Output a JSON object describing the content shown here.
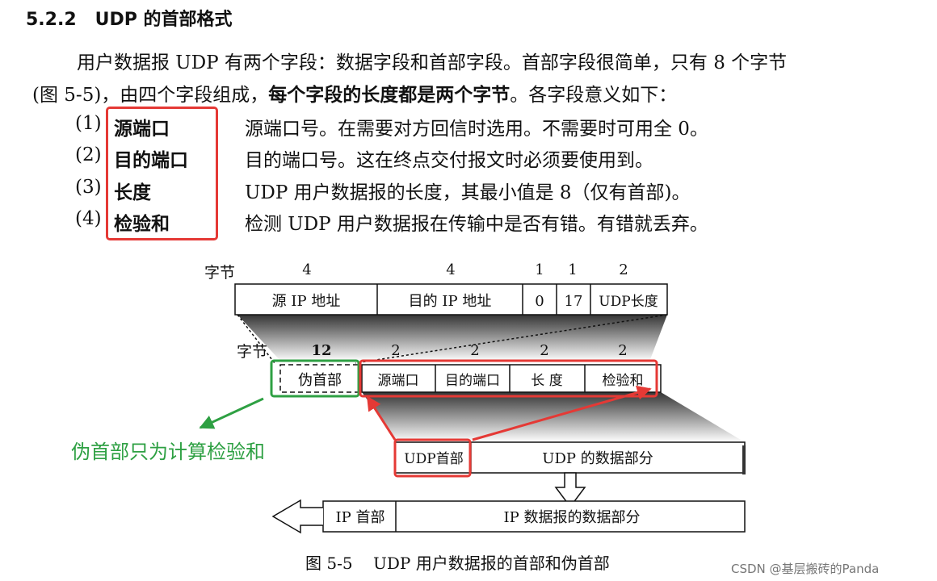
{
  "section": {
    "number": "5.2.2",
    "title": "UDP 的首部格式"
  },
  "intro": {
    "line1": "用户数据报 UDP 有两个字段：数据字段和首部字段。首部字段很简单，只有 8 个字节",
    "line2_pre": "(图 5-5)，由四个字段组成，",
    "line2_bold": "每个字段的长度都是两个字节",
    "line2_post": "。各字段意义如下："
  },
  "fields": [
    {
      "num": "(1)",
      "name": "源端口",
      "desc": "源端口号。在需要对方回信时选用。不需要时可用全 0。"
    },
    {
      "num": "(2)",
      "name": "目的端口",
      "desc": "目的端口号。这在终点交付报文时必须要使用到。"
    },
    {
      "num": "(3)",
      "name": "长度",
      "desc": "UDP 用户数据报的长度，其最小值是 8（仅有首部)。"
    },
    {
      "num": "(4)",
      "name": "检验和",
      "desc": "检测 UDP 用户数据报在传输中是否有错。有错就丢弃。"
    }
  ],
  "figure": {
    "bytes_label": "字节",
    "pseudo_sizes": [
      "4",
      "4",
      "1",
      "1",
      "2"
    ],
    "pseudo_fields": [
      "源 IP 地址",
      "目的 IP 地址",
      "0",
      "17",
      "UDP长度"
    ],
    "header_sizes": [
      "12",
      "2",
      "2",
      "2",
      "2"
    ],
    "header_fields": [
      "伪首部",
      "源端口",
      "目的端口",
      "长 度",
      "检验和"
    ],
    "udp_header": "UDP首部",
    "udp_data": "UDP 的数据部分",
    "ip_header": "IP 首部",
    "ip_data": "IP 数据报的数据部分",
    "caption": "图 5-5    UDP 用户数据报的首部和伪首部"
  },
  "annotation": {
    "green_note": "伪首部只为计算检验和",
    "red": "#e53935",
    "green": "#2ea043"
  },
  "watermark": "CSDN @基层搬砖的Panda"
}
